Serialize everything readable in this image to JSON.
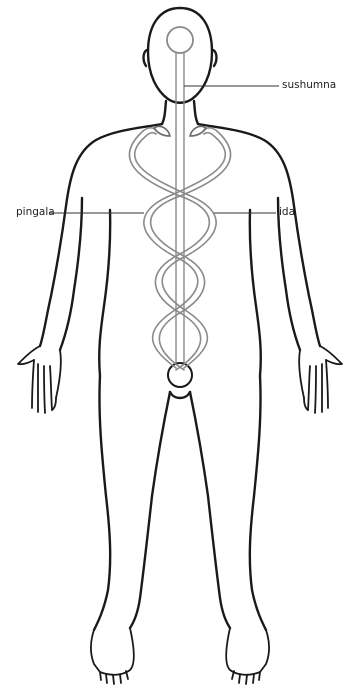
{
  "labels": {
    "sushumna": "sushumna",
    "pingala": "pingala",
    "ida": "ida"
  },
  "colors": {
    "outline": "#1a1a1a",
    "channel": "#8a8a8a"
  }
}
